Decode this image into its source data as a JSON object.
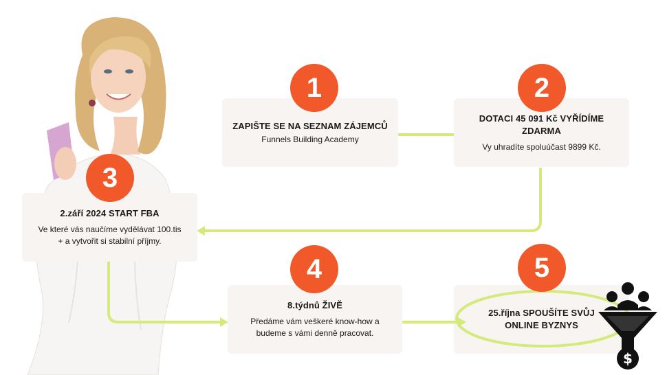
{
  "steps": [
    {
      "number": "1",
      "title": "ZAPIŠTE SE NA SEZNAM ZÁJEMCŮ",
      "body": "Funnels Building Academy"
    },
    {
      "number": "2",
      "title": "DOTACI 45 091 Kč VYŘÍDÍME ZDARMA",
      "body": "Vy uhradíte spoluúčast  9899 Kč."
    },
    {
      "number": "3",
      "title": "2.září 2024 START FBA",
      "body": "Ve které vás naučíme vydělávat 100.tis + a vytvořit si stabilní příjmy."
    },
    {
      "number": "4",
      "title": "8.týdnů ŽIVĚ",
      "body": "Předáme vám veškeré know-how a budeme s vámi denně pracovat."
    },
    {
      "number": "5",
      "title": "25.října SPOUŠÍTE SVŮJ ONLINE BYZNYS",
      "body": ""
    }
  ],
  "colors": {
    "accent": "#f2592a",
    "connector": "#d4ea7b",
    "card_bg": "#f7f4f1",
    "text": "#1a1a1a"
  },
  "icons": {
    "funnel": "money-funnel-icon"
  }
}
